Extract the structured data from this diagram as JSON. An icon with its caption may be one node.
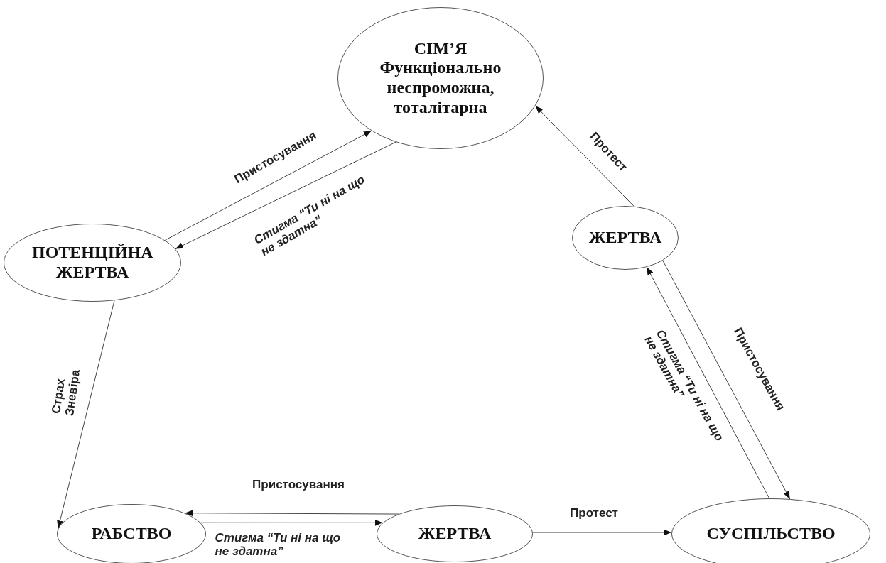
{
  "diagram": {
    "nodes": [
      {
        "text": [
          "СІМ’Я",
          "Функціонально неспроможна, тоталітарна"
        ]
      },
      {
        "text": [
          "ПОТЕНЦІЙНА ЖЕРТВА"
        ]
      },
      {
        "text": [
          "ЖЕРТВА"
        ]
      },
      {
        "text": [
          "РАБСТВО"
        ]
      },
      {
        "text": [
          "ЖЕРТВА"
        ]
      },
      {
        "text": [
          "СУСПІЛЬСТВО"
        ]
      }
    ],
    "edges": [
      {
        "from": 1,
        "to": 0,
        "arrow": "to",
        "label": "Пристосування"
      },
      {
        "from": 0,
        "to": 1,
        "arrow": "to",
        "label": "Стигма “Ти ні на що не здатна”"
      },
      {
        "from": 2,
        "to": 0,
        "arrow": "to",
        "label": "Протест"
      },
      {
        "from": 1,
        "to": 3,
        "arrow": "to",
        "label": "Страх Зневіра"
      },
      {
        "from": 4,
        "to": 3,
        "arrow": "to",
        "label": "Пристосування"
      },
      {
        "from": 3,
        "to": 4,
        "arrow": "to",
        "label": "Стигма “Ти ні на що не здатна”"
      },
      {
        "from": 4,
        "to": 5,
        "arrow": "to",
        "label": "Протест"
      },
      {
        "from": 5,
        "to": 2,
        "arrow": "to",
        "label": "Стигма “Ти ні на що не здатна”"
      },
      {
        "from": 2,
        "to": 5,
        "arrow": "to",
        "label": "Пристосування"
      }
    ]
  }
}
